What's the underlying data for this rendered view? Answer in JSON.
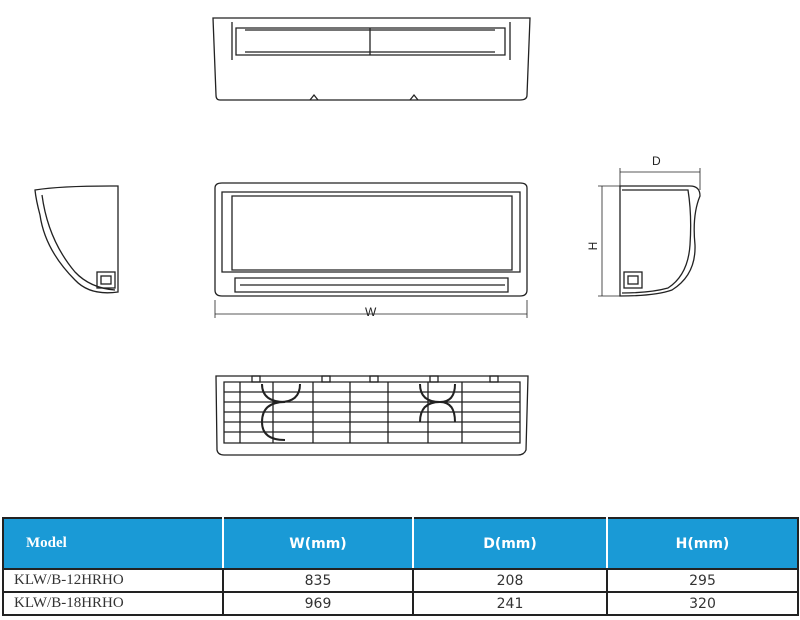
{
  "dimensions": {
    "width_label": "W",
    "depth_label": "D",
    "height_label": "H"
  },
  "table": {
    "headers": [
      "Model",
      "W(mm)",
      "D(mm)",
      "H(mm)"
    ],
    "rows": [
      [
        "KLW/B-12HRHO",
        "835",
        "208",
        "295"
      ],
      [
        "KLW/B-18HRHO",
        "969",
        "241",
        "320"
      ]
    ]
  },
  "colors": {
    "header": "#1a9ad6"
  }
}
